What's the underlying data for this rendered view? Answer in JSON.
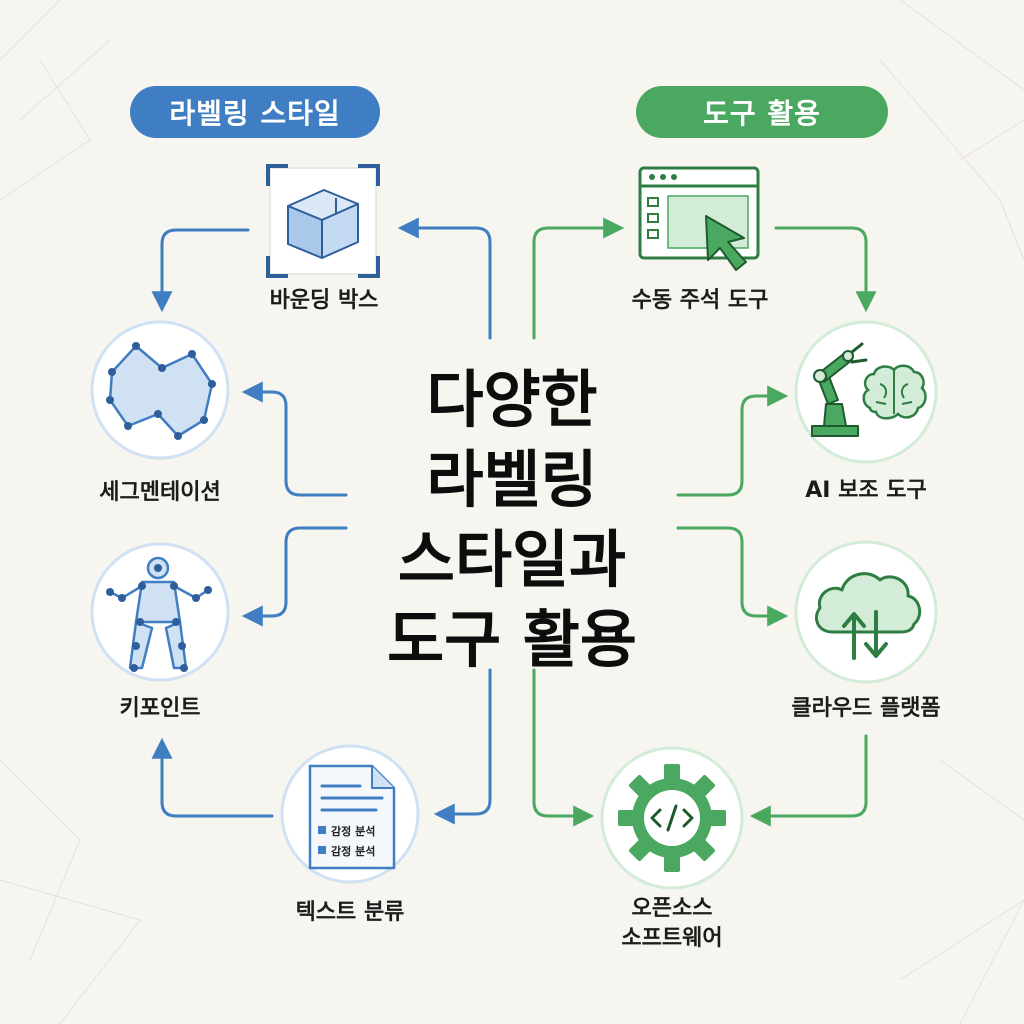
{
  "title_lines": [
    "다양한",
    "라벨링",
    "스타일과",
    "도구 활용"
  ],
  "left_header": "라벨링 스타일",
  "right_header": "도구 활용",
  "labeling_styles": [
    {
      "label": "바운딩 박스",
      "icon": "bounding-box-icon"
    },
    {
      "label": "세그멘테이션",
      "icon": "segmentation-polygon-icon"
    },
    {
      "label": "키포인트",
      "icon": "keypoint-figure-icon"
    },
    {
      "label": "텍스트 분류",
      "icon": "text-document-icon"
    }
  ],
  "tools": [
    {
      "label": "수동 주석 도구",
      "icon": "cursor-window-icon"
    },
    {
      "label": "AI 보조 도구",
      "icon": "robot-arm-brain-icon"
    },
    {
      "label": "클라우드 플랫폼",
      "icon": "cloud-sync-icon"
    },
    {
      "label_lines": [
        "오픈소스",
        "소프트웨어"
      ],
      "icon": "code-gear-icon"
    }
  ],
  "document_tags": [
    "감정 분석",
    "감정 분석"
  ],
  "colors": {
    "blue": "#3f7ec2",
    "green": "#4aa861",
    "background": "#f6f5ef",
    "light_blue": "#cfe1f3",
    "light_green": "#d3ecd7"
  }
}
